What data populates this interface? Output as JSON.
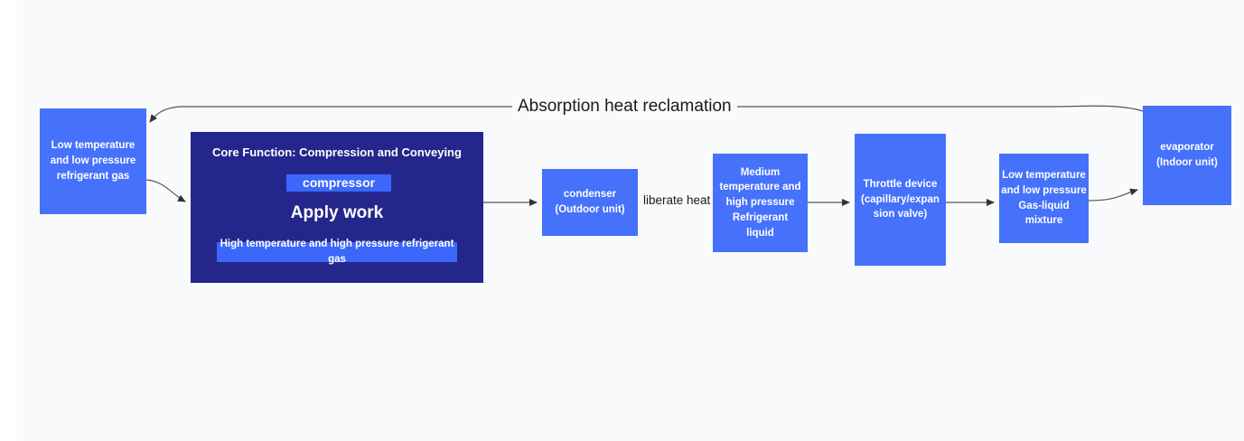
{
  "diagram": {
    "title_label": "Absorption heat reclamation",
    "colors": {
      "background": "#f8fafc",
      "node_blue": "#4571fb",
      "container_navy": "#25268c",
      "inner_blue": "#3b68fb",
      "edge_stroke": "#555555",
      "text_light": "#ffffff",
      "text_dark": "#1a1a1a"
    },
    "nodes": {
      "lowtemp_gas": {
        "name": "Low temperature and low pressure refrigerant gas",
        "lines": [
          "Low temperature",
          "and low pressure",
          "refrigerant gas"
        ]
      },
      "core_container": {
        "title": "Core Function: Compression and Conveying",
        "compressor": "compressor",
        "apply_work": "Apply work",
        "output": "High temperature and high pressure refrigerant gas"
      },
      "condenser": {
        "name": "condenser (Outdoor unit)",
        "lines": [
          "condenser",
          "(Outdoor unit)"
        ]
      },
      "medtemp_liquid": {
        "name": "Medium temperature and high pressure Refrigerant liquid",
        "lines": [
          "Medium",
          "temperature and",
          "high pressure",
          "Refrigerant",
          "liquid"
        ]
      },
      "throttle": {
        "name": "Throttle device (capillary/expansion valve)",
        "lines": [
          "Throttle device",
          "(capillary/expan",
          "sion valve)"
        ]
      },
      "gasliquid_mixture": {
        "name": "Low temperature and low pressure Gas-liquid mixture",
        "lines": [
          "Low temperature",
          "and low pressure",
          "Gas-liquid",
          "mixture"
        ]
      },
      "evaporator": {
        "name": "evaporator (Indoor unit)",
        "lines": [
          "evaporator",
          "(Indoor unit)"
        ]
      }
    },
    "edge_labels": {
      "liberate_heat": "liberate heat",
      "absorption_heat_reclamation": "Absorption heat reclamation"
    }
  }
}
